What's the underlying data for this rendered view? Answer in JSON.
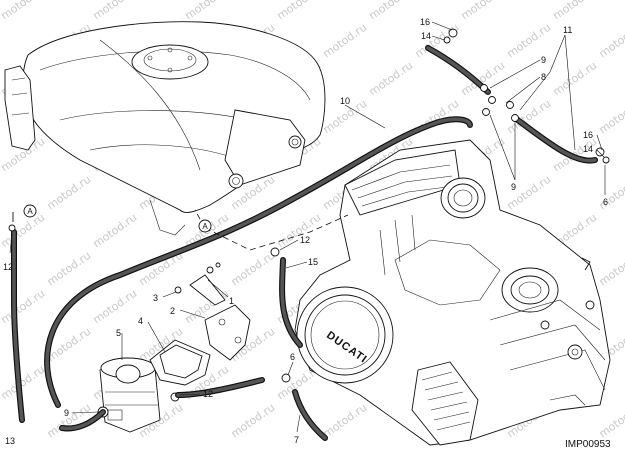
{
  "figure": {
    "code": "IMP00953",
    "watermark": "motod.ru",
    "brand_on_engine": "DUCATI",
    "reference_marker": "A"
  },
  "callouts": {
    "c1": "1",
    "c2": "2",
    "c3": "3",
    "c4": "4",
    "c5": "5",
    "c6a": "6",
    "c6b": "6",
    "c7": "7",
    "c8": "8",
    "c9a": "9",
    "c9b": "9",
    "c9c": "9",
    "c10": "10",
    "c11": "11",
    "c12a": "12",
    "c12b": "12",
    "c12c": "12",
    "c13": "13",
    "c14a": "14",
    "c14b": "14",
    "c15": "15",
    "c16a": "16",
    "c16b": "16"
  },
  "colors": {
    "line": "#111111",
    "watermark": "#c9c9c9",
    "hose_core": "#555555"
  }
}
